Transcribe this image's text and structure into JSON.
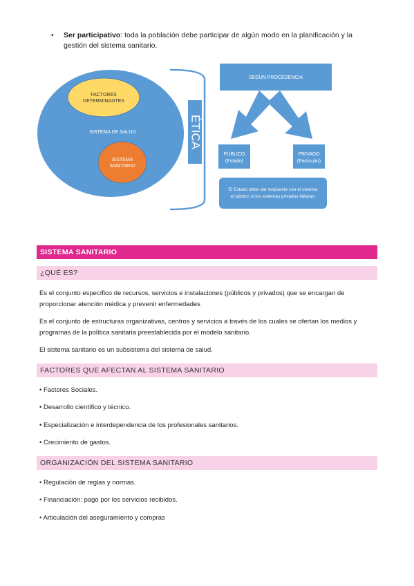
{
  "intro_bullet": {
    "bold": "Ser participativo",
    "text": ": toda la población debe participar de algún modo en la planificación y la gestión del sistema sanitario."
  },
  "diagram": {
    "outer_label": "SISTEMA DE SALUD",
    "factors_line1": "FACTORES",
    "factors_line2": "DETERMINANTES",
    "system_line1": "SISTEMA",
    "system_line2": "SANITARIO",
    "ethics": "ÉTICA",
    "origin": "SEGÚN PROCEDENCIA",
    "public_line1": "PÚBLICO",
    "public_line2": "(Estado)",
    "private_line1": "PRIVADO",
    "private_line2": "(Particular)",
    "note_line1": "El Estado debe dar respuesta con el sistema",
    "note_line2": "el público si los sistemas privados fallaran.",
    "colors": {
      "blue": "#5b9bd5",
      "yellow": "#ffd966",
      "orange": "#ed7d31",
      "bracket": "#5b9bd5"
    }
  },
  "sections": {
    "main_title": "SISTEMA SANITARIO",
    "what_is_title": "¿QUÉ ES?",
    "para1": "Es el conjunto específico de recursos, servicios e instalaciones (públicos y privados) que se encargan de proporcionar atención médica y prevenir enfermedades",
    "para2": "Es el conjunto de estructuras organizativas, centros y servicios a través de los cuales se ofertan los medios y programas de la política sanitaria preestablecida por el modelo sanitario.",
    "para3": "El sistema sanitario es un subsistema del sistema de salud.",
    "factors_title": "FACTORES QUE AFECTAN AL SISTEMA SANITARIO",
    "factors": [
      "• Factores Sociales.",
      "• Desarrollo científico y técnico.",
      "• Especialización e interdependencia de los profesionales sanitarios.",
      "• Crecimiento de gastos."
    ],
    "org_title": "ORGANIZACIÓN DEL SISTEMA SANITARIO",
    "org": [
      "• Regulación de reglas y normas.",
      "• Financiación: pago por los servicios recibidos.",
      "• Articulación del aseguramiento y compras"
    ]
  }
}
